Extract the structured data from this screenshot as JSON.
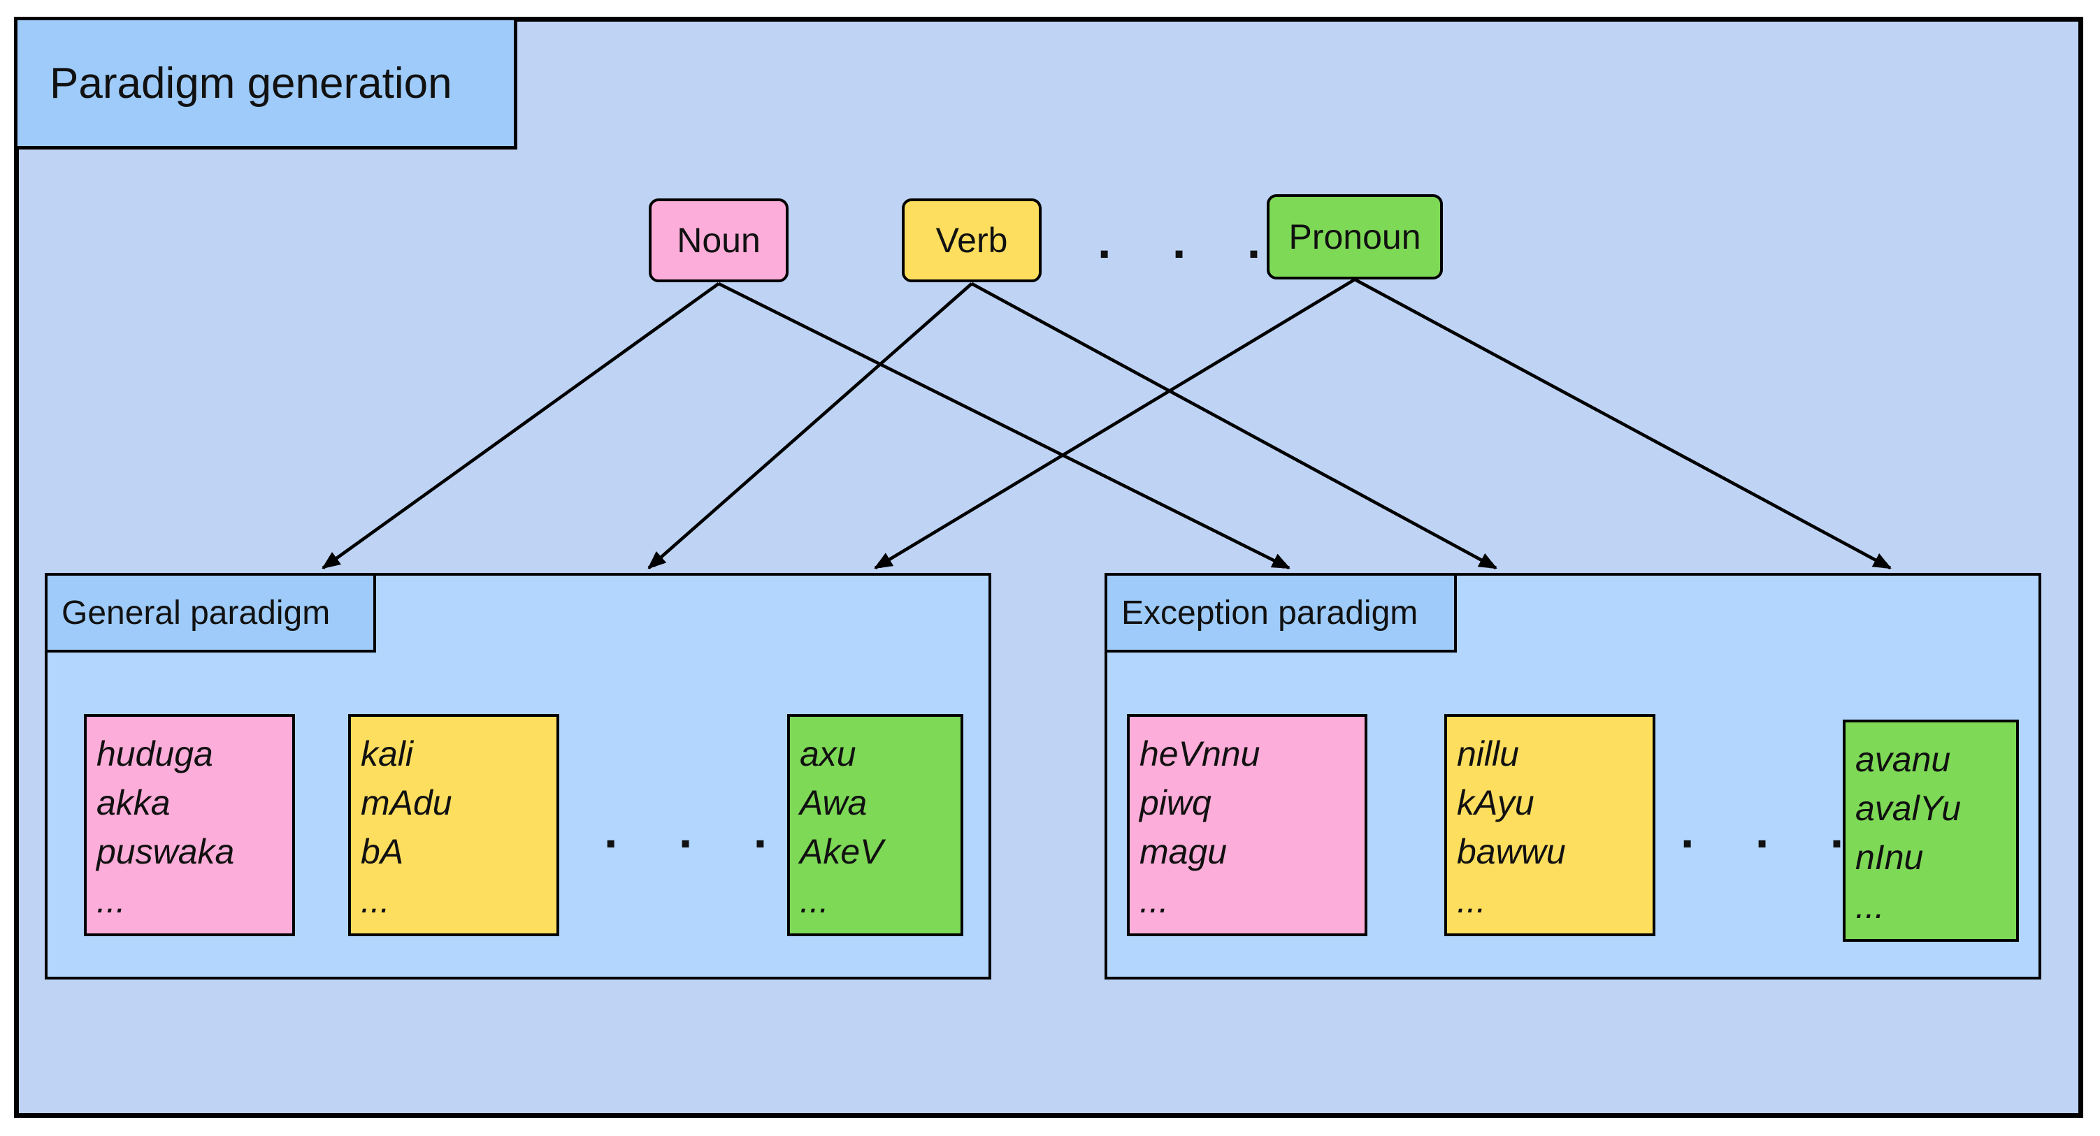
{
  "diagram": {
    "title": "Paradigm generation",
    "categories": [
      {
        "label": "Noun",
        "color": "#fdadd9"
      },
      {
        "label": "Verb",
        "color": "#fede5e"
      },
      {
        "label": "Pronoun",
        "color": "#7ed956"
      }
    ],
    "category_ellipsis": ". . .",
    "panels": [
      {
        "label": "General paradigm",
        "word_boxes": [
          {
            "category": "Noun",
            "words": [
              "huduga",
              "akka",
              "puswaka",
              "..."
            ]
          },
          {
            "category": "Verb",
            "words": [
              "kali",
              "mAdu",
              "bA",
              "..."
            ]
          },
          {
            "category": "Pronoun",
            "words": [
              "axu",
              "Awa",
              "AkeV",
              "..."
            ]
          }
        ],
        "ellipsis": ". . ."
      },
      {
        "label": "Exception paradigm",
        "word_boxes": [
          {
            "category": "Noun",
            "words": [
              "heVnnu",
              "piwq",
              "magu",
              "..."
            ]
          },
          {
            "category": "Verb",
            "words": [
              "nillu",
              "kAyu",
              "bawwu",
              "..."
            ]
          },
          {
            "category": "Pronoun",
            "words": [
              "avanu",
              "avalYu",
              "nInu",
              "..."
            ]
          }
        ],
        "ellipsis": ". . ."
      }
    ],
    "edges": [
      {
        "from": "Noun",
        "to": "General paradigm"
      },
      {
        "from": "Noun",
        "to": "Exception paradigm"
      },
      {
        "from": "Verb",
        "to": "General paradigm"
      },
      {
        "from": "Verb",
        "to": "Exception paradigm"
      },
      {
        "from": "Pronoun",
        "to": "General paradigm"
      },
      {
        "from": "Pronoun",
        "to": "Exception paradigm"
      }
    ]
  }
}
